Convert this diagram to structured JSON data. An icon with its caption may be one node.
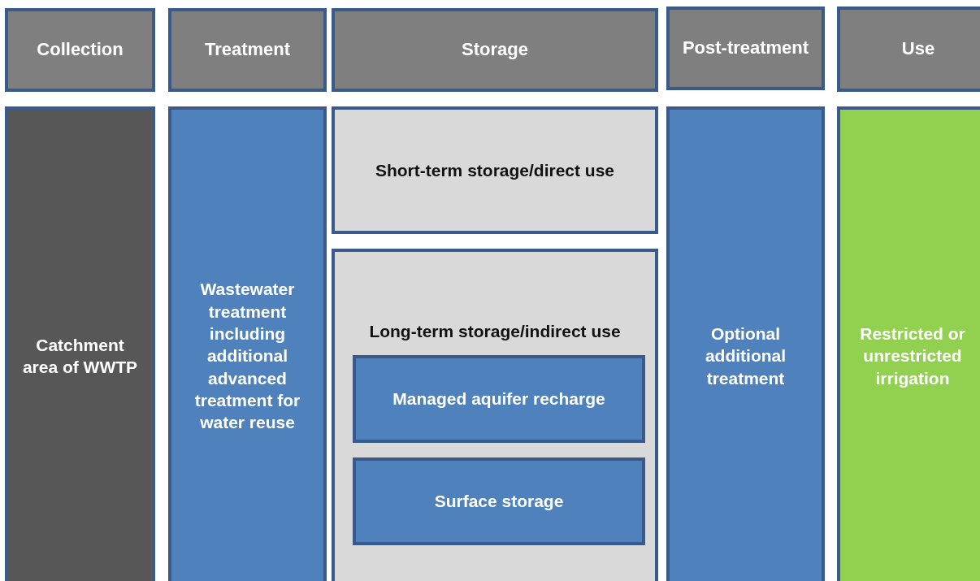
{
  "diagram": {
    "nodes": [
      {
        "text": [
          "Collection"
        ]
      },
      {
        "text": [
          "Treatment"
        ]
      },
      {
        "text": [
          "Storage"
        ]
      },
      {
        "text": [
          "Post-treatment"
        ]
      },
      {
        "text": [
          "Use"
        ]
      },
      {
        "text": [
          "Catchment area of WWTP"
        ]
      },
      {
        "text": [
          "Wastewater treatment including additional advanced treatment for water reuse"
        ]
      },
      {
        "text": [
          "Short-term storage/direct use"
        ]
      },
      {
        "text": [
          "Long-term storage/indirect use"
        ]
      },
      {
        "text": [
          "Managed aquifer recharge"
        ],
        "in": 8
      },
      {
        "text": [
          "Surface storage"
        ],
        "in": 8
      },
      {
        "text": [
          "Optional additional treatment"
        ]
      },
      {
        "text": [
          "Restricted or unrestricted irrigation"
        ]
      }
    ]
  }
}
